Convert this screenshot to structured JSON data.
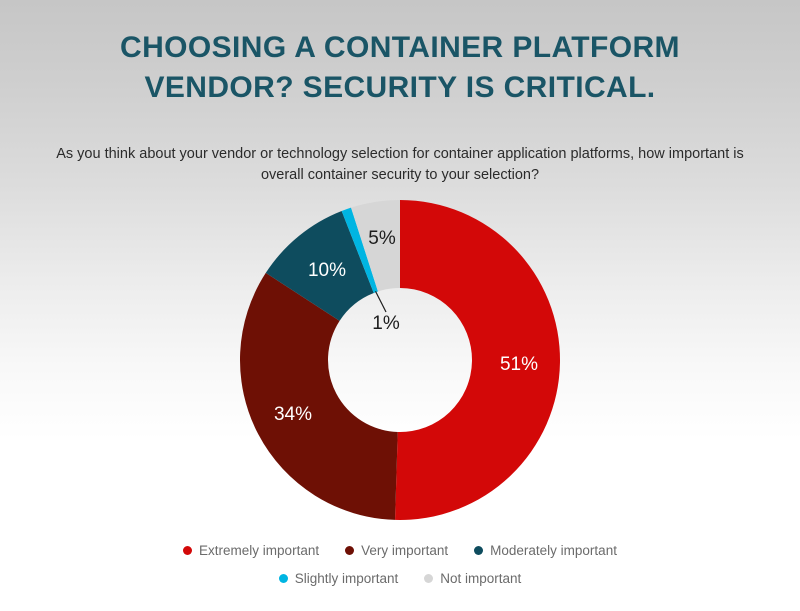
{
  "slide": {
    "title_line1": "CHOOSING A CONTAINER PLATFORM",
    "title_line2": "VENDOR? SECURITY IS CRITICAL.",
    "title_color": "#1a5566",
    "subtitle": "As you think about your vendor or technology selection for container application platforms, how important is overall container security to your selection?",
    "background_top_color": "#c6c6c6",
    "background_bottom_color": "#ffffff"
  },
  "chart_data": {
    "type": "pie",
    "variant": "donut",
    "title": "CHOOSING A CONTAINER PLATFORM VENDOR? SECURITY IS CRITICAL.",
    "subtitle": "As you think about your vendor or technology selection for container application platforms, how important is overall container security to your selection?",
    "units": "percent",
    "total": 101,
    "start_angle_deg": 0,
    "direction": "clockwise",
    "inner_radius_ratio": 0.45,
    "legend_position": "bottom",
    "grid": false,
    "categories": [
      "Extremely important",
      "Very important",
      "Moderately important",
      "Slightly important",
      "Not important"
    ],
    "values": [
      51,
      34,
      10,
      1,
      5
    ],
    "labels": [
      "51%",
      "34%",
      "10%",
      "1%",
      "5%"
    ],
    "colors": [
      "#d30808",
      "#6e1005",
      "#0e4c5e",
      "#00b5e2",
      "#d6d6d6"
    ],
    "label_text_colors": [
      "#ffffff",
      "#ffffff",
      "#ffffff",
      "#1d1d1d",
      "#1d1d1d"
    ],
    "slices": [
      {
        "name": "Extremely important",
        "value": 51,
        "label": "51%",
        "color": "#d30808",
        "label_x": 519,
        "label_y": 365,
        "label_tone": "light",
        "callout": false
      },
      {
        "name": "Very important",
        "value": 34,
        "label": "34%",
        "color": "#6e1005",
        "label_x": 293,
        "label_y": 415,
        "label_tone": "light",
        "callout": false
      },
      {
        "name": "Moderately important",
        "value": 10,
        "label": "10%",
        "color": "#0e4c5e",
        "label_x": 327,
        "label_y": 271,
        "label_tone": "light",
        "callout": false
      },
      {
        "name": "Slightly important",
        "value": 1,
        "label": "1%",
        "color": "#00b5e2",
        "label_x": 386,
        "label_y": 324,
        "label_tone": "dark",
        "callout": true
      },
      {
        "name": "Not important",
        "value": 5,
        "label": "5%",
        "color": "#d6d6d6",
        "label_x": 382,
        "label_y": 239,
        "label_tone": "dark",
        "callout": false
      }
    ]
  },
  "legend": {
    "rows": [
      [
        {
          "label": "Extremely important",
          "color": "#d30808"
        },
        {
          "label": "Very important",
          "color": "#6e1005"
        },
        {
          "label": "Moderately important",
          "color": "#0e4c5e"
        }
      ],
      [
        {
          "label": "Slightly important",
          "color": "#00b5e2"
        },
        {
          "label": "Not important",
          "color": "#d6d6d6"
        }
      ]
    ],
    "text_color": "#6b6b6b"
  }
}
